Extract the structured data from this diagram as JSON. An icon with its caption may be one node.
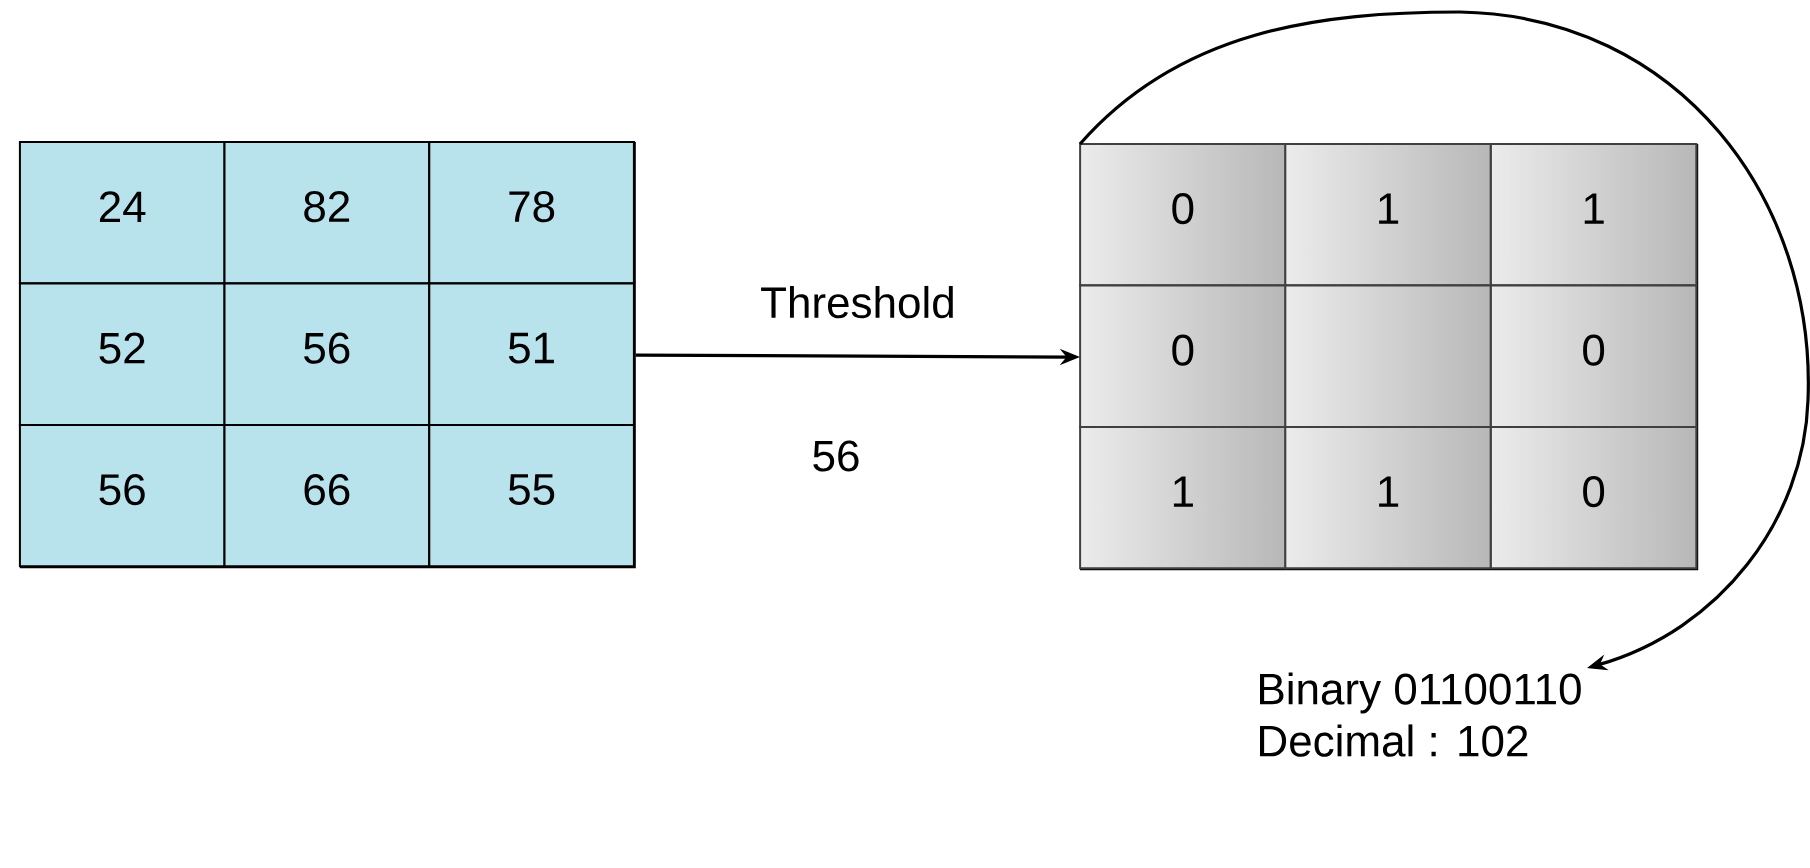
{
  "diagram": {
    "nodes": [
      {
        "text": [],
        "shape": "box"
      },
      {
        "text": [
          "24"
        ],
        "in": 0
      },
      {
        "text": [
          "82"
        ],
        "in": 0
      },
      {
        "text": [
          "78"
        ],
        "in": 0
      },
      {
        "text": [
          "52"
        ],
        "in": 0
      },
      {
        "text": [
          "56"
        ],
        "in": 0
      },
      {
        "text": [
          "51"
        ],
        "in": 0
      },
      {
        "text": [
          "56"
        ],
        "in": 0
      },
      {
        "text": [
          "66"
        ],
        "in": 0
      },
      {
        "text": [
          "55"
        ],
        "in": 0
      },
      {
        "text": [],
        "shape": "box"
      },
      {
        "text": [
          "0"
        ],
        "in": 10
      },
      {
        "text": [
          "1"
        ],
        "in": 10
      },
      {
        "text": [
          "1"
        ],
        "in": 10
      },
      {
        "text": [
          "0"
        ],
        "in": 10
      },
      {
        "text": [],
        "shape": "box",
        "in": 10
      },
      {
        "text": [
          "0"
        ],
        "in": 10
      },
      {
        "text": [
          "1"
        ],
        "in": 10
      },
      {
        "text": [
          "1"
        ],
        "in": 10
      },
      {
        "text": [
          "0"
        ],
        "in": 10
      },
      {
        "text": [
          "Binary 01100110",
          "Decimal : 102"
        ]
      }
    ],
    "edges": [
      {
        "from": 0,
        "to": 10,
        "arrow": "to",
        "label": "Threshold"
      },
      {
        "from": 10,
        "to": 20,
        "arrow": "to"
      }
    ],
    "labels": [
      "56"
    ]
  }
}
